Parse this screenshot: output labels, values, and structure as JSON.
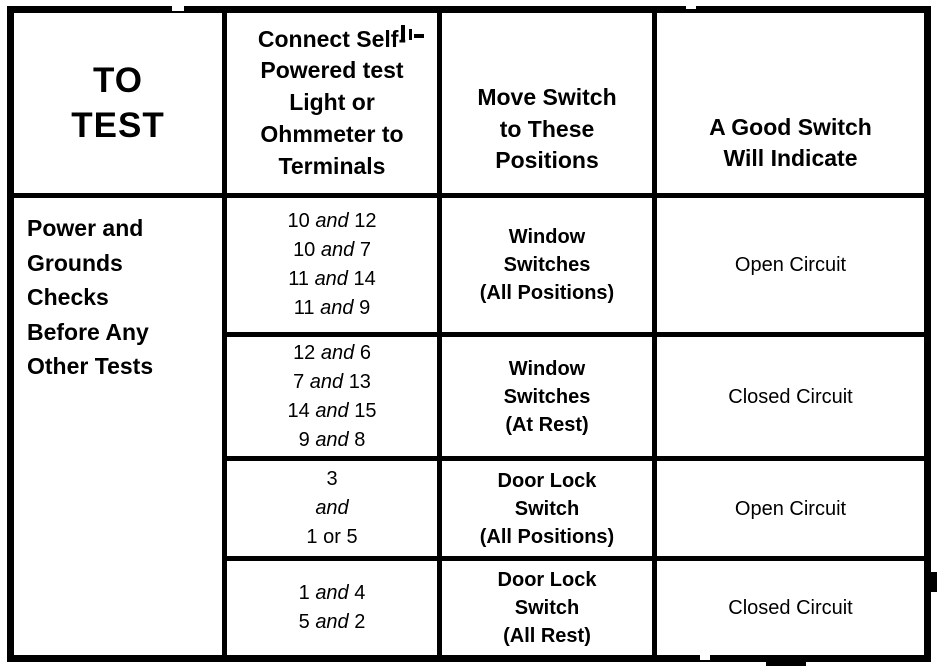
{
  "table": {
    "headers": {
      "to_test": "TO\nTEST",
      "terminals": "Connect Self-\nPowered test\nLight or\nOhmmeter to\nTerminals",
      "positions": "Move Switch\nto These\nPositions",
      "indicate": "A Good Switch\nWill Indicate"
    },
    "test_group": "Power and\nGrounds\nChecks\nBefore Any\nOther Tests",
    "rows": [
      {
        "terminals": [
          {
            "l": "10",
            "c": "and",
            "r": "12"
          },
          {
            "l": "10",
            "c": "and",
            "r": "7"
          },
          {
            "l": "11",
            "c": "and",
            "r": "14"
          },
          {
            "l": "11",
            "c": "and",
            "r": "9"
          }
        ],
        "position": "Window\nSwitches\n(All Positions)",
        "result": "Open Circuit"
      },
      {
        "terminals": [
          {
            "l": "12",
            "c": "and",
            "r": "6"
          },
          {
            "l": "7",
            "c": "and",
            "r": "13"
          },
          {
            "l": "14",
            "c": "and",
            "r": "15"
          },
          {
            "l": "9",
            "c": "and",
            "r": "8"
          }
        ],
        "position": "Window\nSwitches\n(At Rest)",
        "result": "Closed Circuit"
      },
      {
        "terminals": [
          {
            "l": "3",
            "c": "",
            "r": ""
          },
          {
            "l": "",
            "c": "and",
            "r": ""
          },
          {
            "l": "1 or 5",
            "c": "",
            "r": ""
          }
        ],
        "position": "Door Lock\nSwitch\n(All Positions)",
        "result": "Open Circuit"
      },
      {
        "terminals": [
          {
            "l": "1",
            "c": "and",
            "r": "4"
          },
          {
            "l": "5",
            "c": "and",
            "r": "2"
          }
        ],
        "position": "Door Lock\nSwitch\n(All Rest)",
        "result": "Closed Circuit"
      }
    ],
    "colors": {
      "ink": "#000000",
      "paper": "#ffffff"
    }
  }
}
